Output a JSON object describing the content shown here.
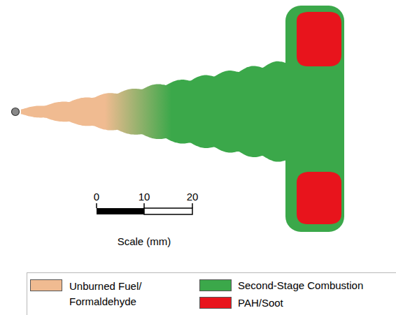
{
  "diagram": {
    "labels": [
      "0",
      "10",
      "20",
      "Scale (mm)"
    ],
    "legend": [
      {
        "text": "Unburned Fuel/ Formaldehyde",
        "color": "#f0bb91"
      },
      {
        "text": "Second-Stage Combustion",
        "color": "#3ba84a"
      },
      {
        "text": "PAH/Soot",
        "color": "#e8141c"
      }
    ]
  }
}
